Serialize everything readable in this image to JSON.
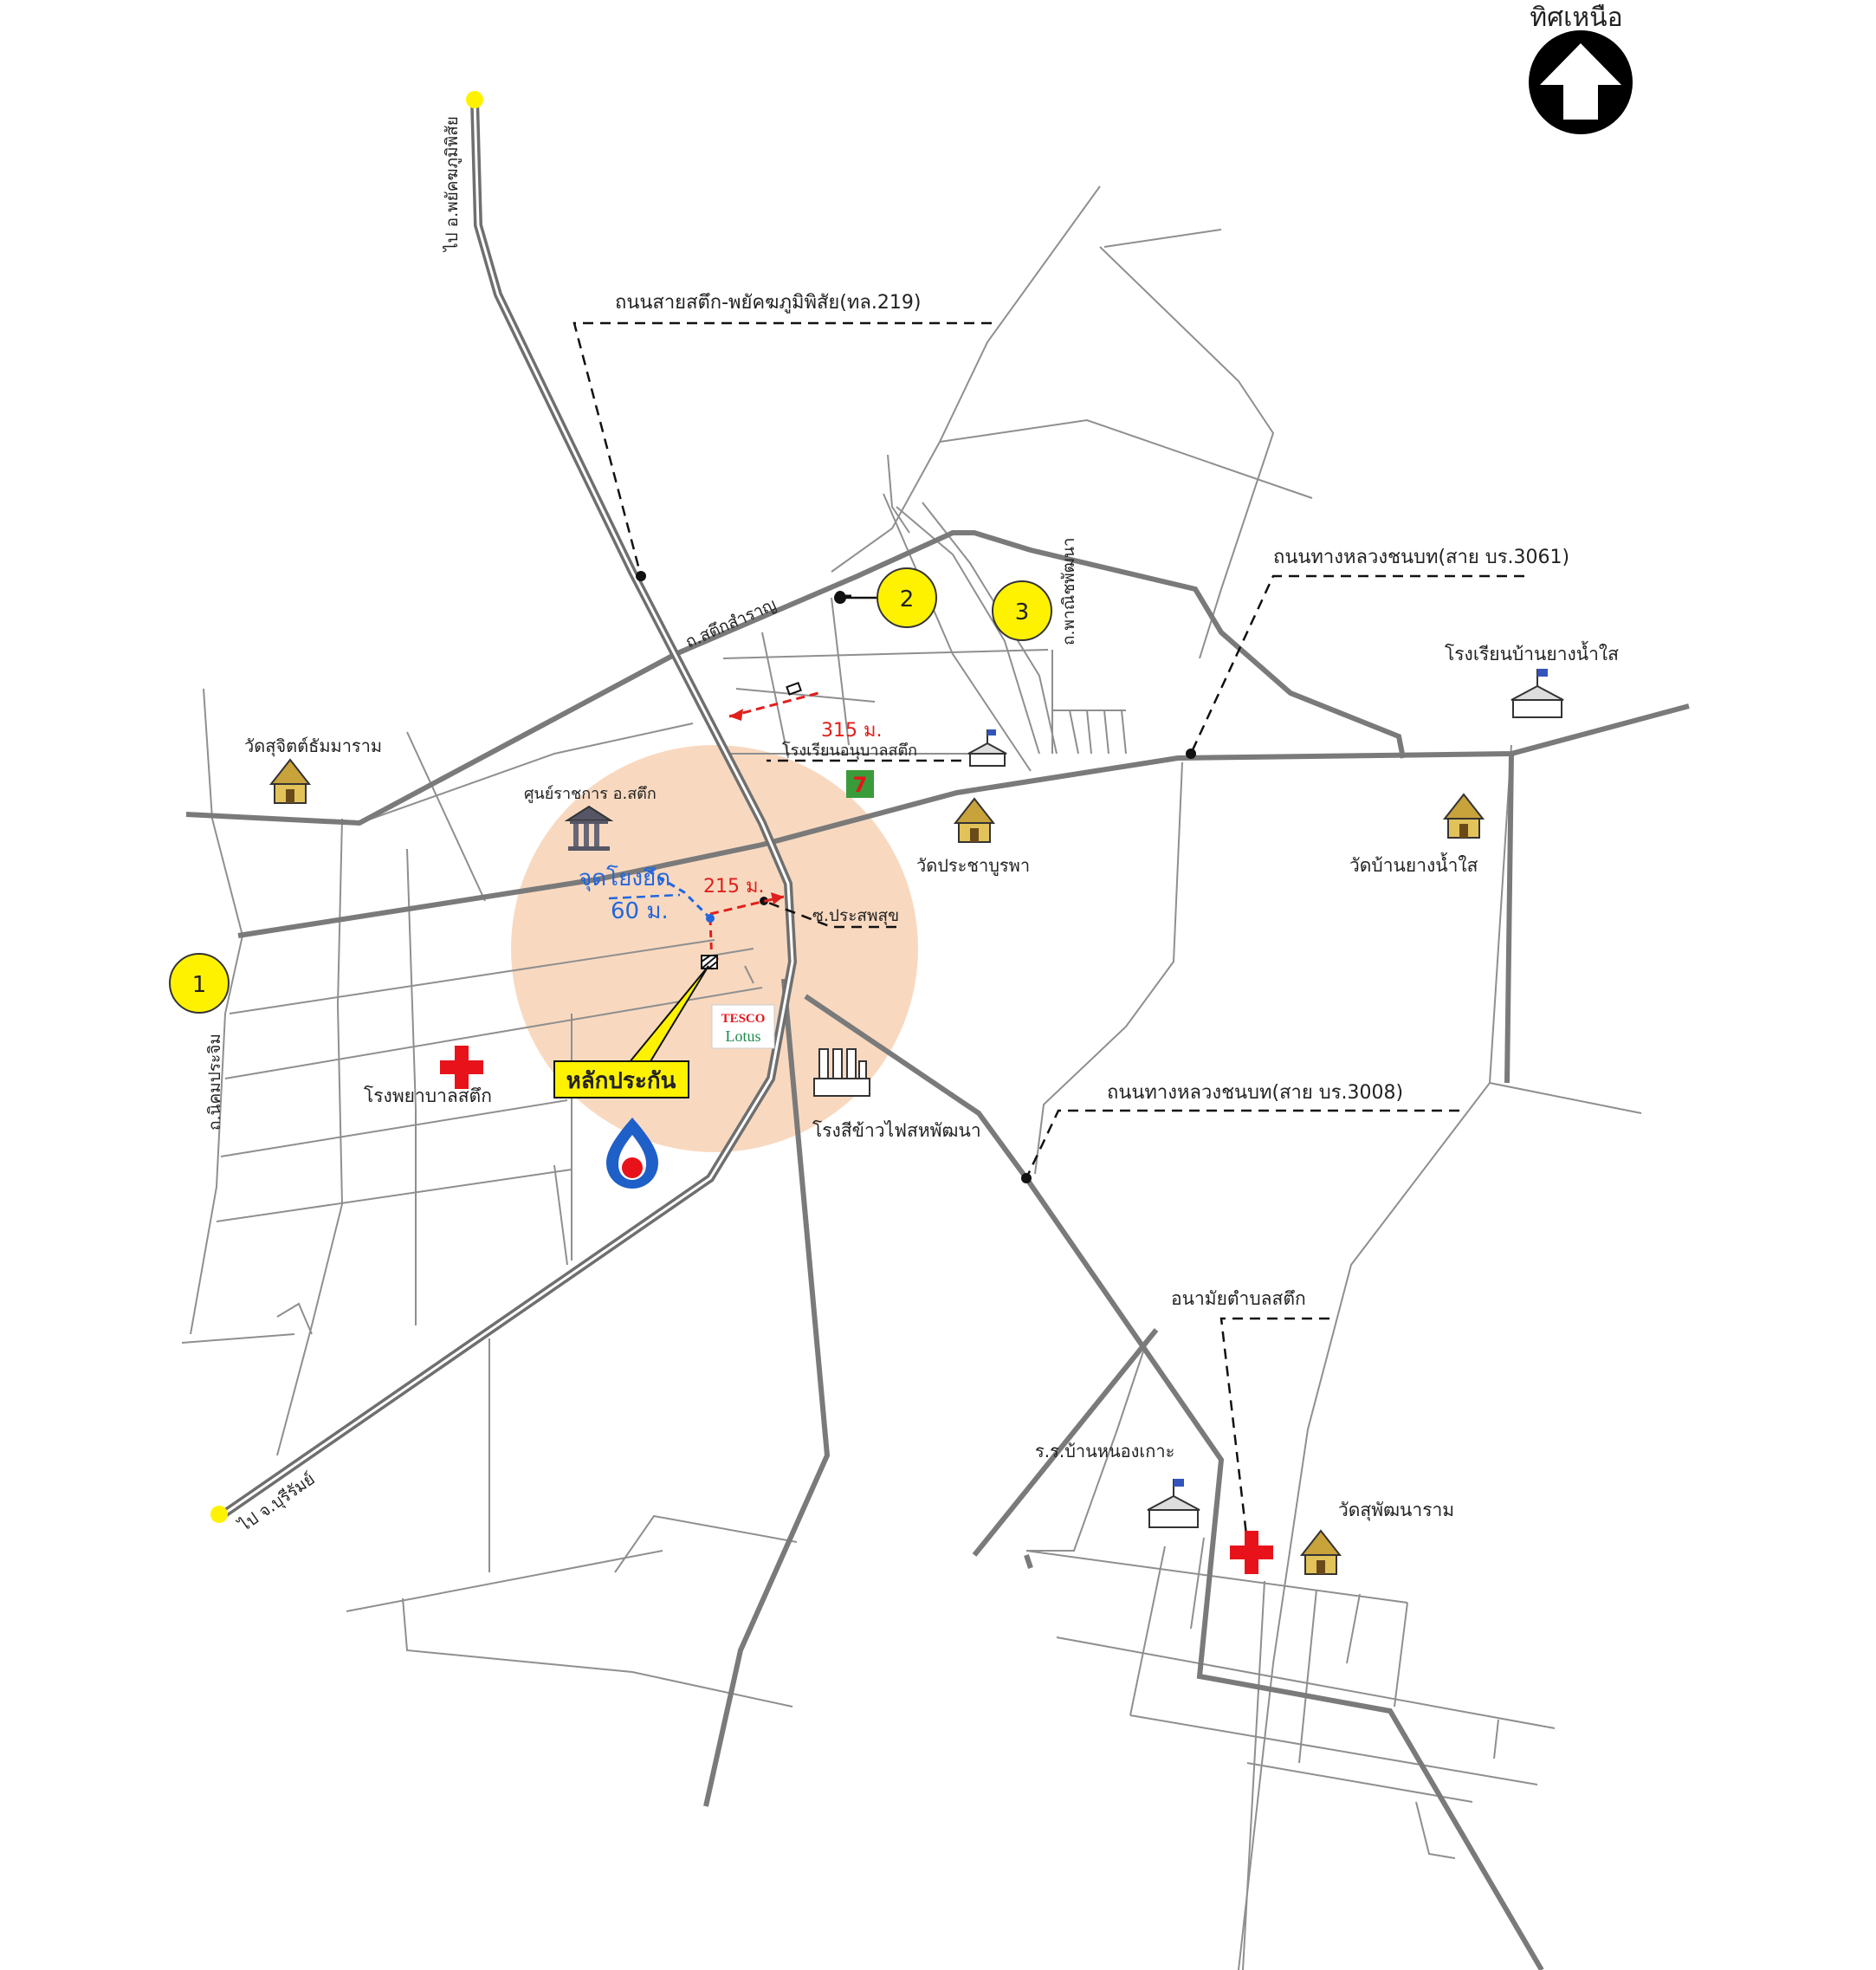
{
  "north": {
    "label": "ทิศเหนือ"
  },
  "roads": {
    "highway_219": "ถนนสายสตึก-พยัคฆภูมิพิสัย(ทล.219)",
    "rural_3061": "ถนนทางหลวงชนบท(สาย บร.3061)",
    "rural_3008": "ถนนทางหลวงชนบท(สาย บร.3008)",
    "to_phayakkhaphum": "ไป อ.พยัคฆภูมิพิสัย",
    "to_buriram": "ไป จ.บุรีรัมย์",
    "satuek_chamran": "ถ.สตึกสำราญ",
    "phanit_phatthana": "ถ.พาณิชพัฒนา",
    "nikhom_prachim": "ถ.นิคมประจิม",
    "soi_prasat_suk": "ซ.ประสพสุข"
  },
  "places": {
    "wat_sujit": "วัดสุจิตต์ธัมมาราม",
    "district_office": "ศูนย์ราชการ อ.สตึก",
    "anuban_school": "โรงเรียนอนุบาลสตึก",
    "wat_prachaburapha": "วัดประชาบูรพา",
    "school_yang_nam_sai": "โรงเรียนบ้านยางน้ำใส",
    "wat_yang_nam_sai": "วัดบ้านยางน้ำใส",
    "hospital": "โรงพยาบาลสตึก",
    "rice_mill": "โรงสีข้าวไฟสหพัฒนา",
    "health_center": "อนามัยตำบลสตึก",
    "school_nong_ko": "ร.ร.บ้านหนองเกาะ",
    "wat_suphatthanaram": "วัดสุพัฒนาราม",
    "tesco_top": "TESCO",
    "tesco_bottom": "Lotus"
  },
  "markers": {
    "ref_point_label": "จุดโยงยึด",
    "ref_distance": "60 ม.",
    "dist_215": "215 ม.",
    "dist_315": "315 ม.",
    "collateral": "หลักประกัน",
    "circle_1": "1",
    "circle_2": "2",
    "circle_3": "3"
  },
  "colors": {
    "highlight_circle": "#f8d9c0",
    "marker_yellow": "#fff200",
    "distance_red": "#e0201c",
    "ref_blue": "#2266dd",
    "hospital_red": "#e8131a"
  }
}
